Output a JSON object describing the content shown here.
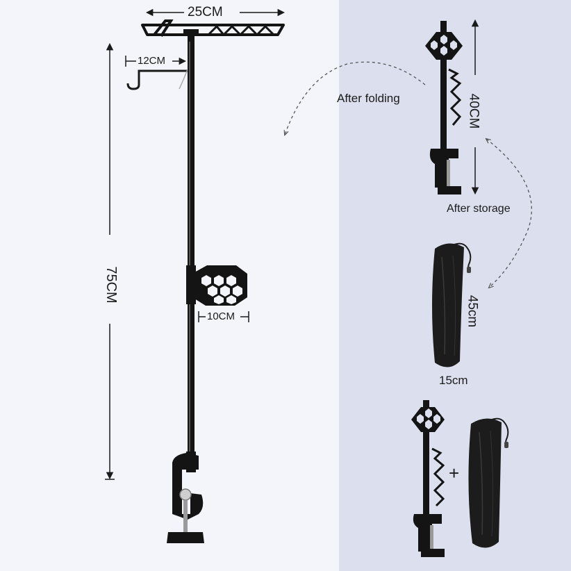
{
  "dimensions": {
    "top_width": "25CM",
    "hook_length": "12CM",
    "total_height": "75CM",
    "tray_width": "10CM",
    "folded_length": "40CM",
    "bag_length": "45cm",
    "bag_width": "15cm"
  },
  "captions": {
    "after_folding": "After folding",
    "after_storage": "After storage",
    "plus": "+"
  },
  "colors": {
    "background": "#f4f5fa",
    "panel": "#dcdfee",
    "metal": "#141414",
    "bag": "#1c1c1c"
  }
}
